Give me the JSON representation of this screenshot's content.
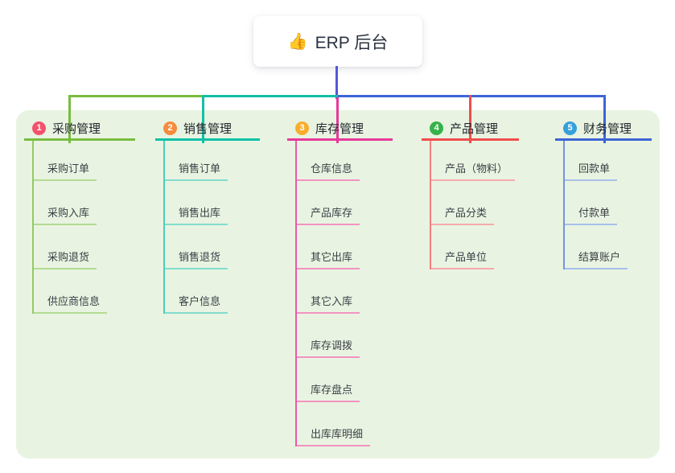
{
  "root": {
    "icon": "👍",
    "label": "ERP 后台"
  },
  "colors": {
    "panel_bg": "#E8F4E1",
    "root_line": "#5457DB"
  },
  "branches": [
    {
      "num": "1",
      "label": "采购管理",
      "color": "#79BC40",
      "badge": "#F4516C",
      "line": "#93CA67",
      "tint": "#B4DB92",
      "children": [
        "采购订单",
        "采购入库",
        "采购退货",
        "供应商信息"
      ]
    },
    {
      "num": "2",
      "label": "销售管理",
      "color": "#13BFA6",
      "badge": "#F68B3E",
      "line": "#4FCDBA",
      "tint": "#84DCCD",
      "children": [
        "销售订单",
        "销售出库",
        "销售退货",
        "客户信息"
      ]
    },
    {
      "num": "3",
      "label": "库存管理",
      "color": "#E6399B",
      "badge": "#F8AE2C",
      "line": "#EE58A8",
      "tint": "#F492C3",
      "children": [
        "仓库信息",
        "产品库存",
        "其它出库",
        "其它入库",
        "库存调拨",
        "库存盘点",
        "出库库明细"
      ]
    },
    {
      "num": "4",
      "label": "产品管理",
      "color": "#EF4D4D",
      "badge": "#36B24A",
      "line": "#F37F7F",
      "tint": "#F7ABAB",
      "children": [
        "产品（物料）",
        "产品分类",
        "产品单位"
      ]
    },
    {
      "num": "5",
      "label": "财务管理",
      "color": "#3E64D5",
      "badge": "#35A0DB",
      "line": "#7394DF",
      "tint": "#A8BFEB",
      "children": [
        "回款单",
        "付款单",
        "结算账户"
      ]
    }
  ]
}
